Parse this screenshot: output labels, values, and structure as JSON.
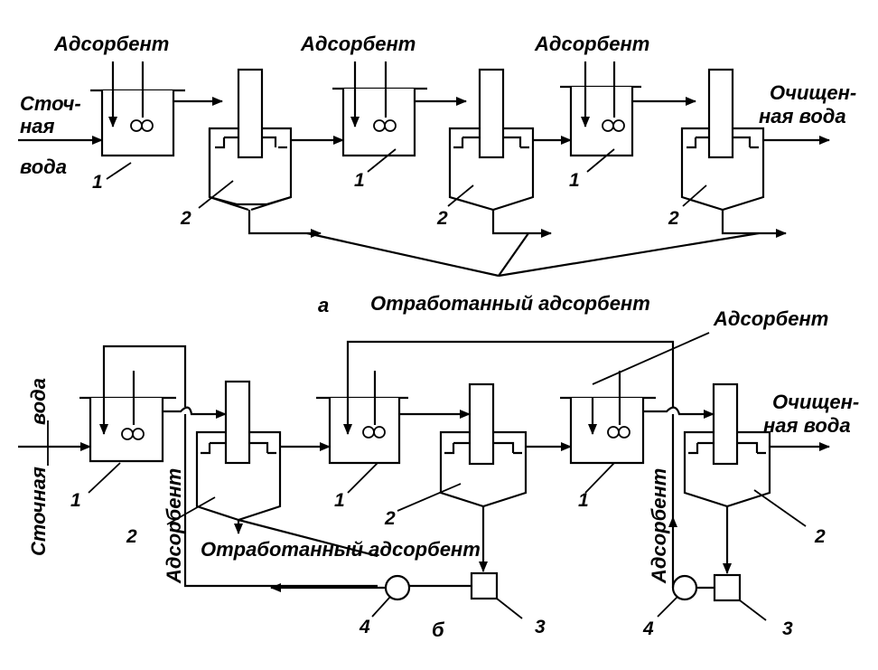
{
  "scheme_a": {
    "adsorbent_1": "Адсорбент",
    "adsorbent_2": "Адсорбент",
    "adsorbent_3": "Адсорбент",
    "inlet_line1": "Сточ-",
    "inlet_line2": "ная",
    "inlet_line3": "вода",
    "outlet_line1": "Очищен-",
    "outlet_line2": "ная вода",
    "mixer_num": "1",
    "settler_num": "2",
    "spent": "Отработанный адсорбент",
    "letter": "а"
  },
  "scheme_b": {
    "adsorbent_top": "Адсорбент",
    "inlet_line1": "Сточная",
    "inlet_line2": "вода",
    "outlet_line1": "Очищен-",
    "outlet_line2": "ная вода",
    "adsorbent_left": "Адсорбент",
    "adsorbent_right": "Адсорбент",
    "spent": "Отработанный адсорбент",
    "mixer_num": "1",
    "settler_num": "2",
    "tank_num": "3",
    "pump_num": "4",
    "letter": "б"
  }
}
